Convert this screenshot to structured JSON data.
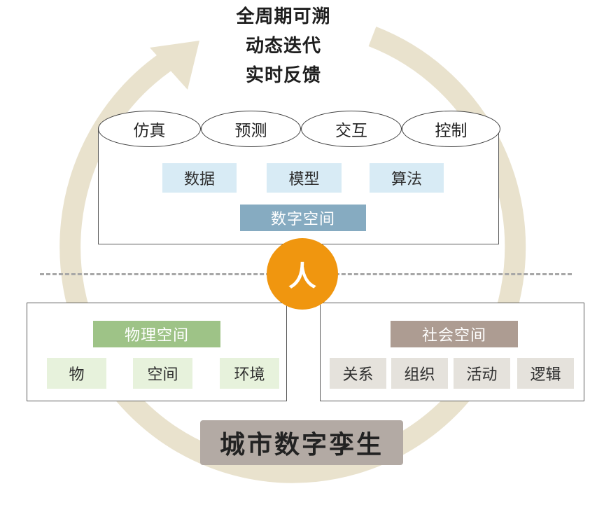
{
  "header": {
    "lines": [
      "全周期可溯",
      "动态迭代",
      "实时反馈"
    ]
  },
  "digital_space": {
    "capabilities": [
      "仿真",
      "预测",
      "交互",
      "控制"
    ],
    "elements": [
      "数据",
      "模型",
      "算法"
    ],
    "label": "数字空间"
  },
  "person": {
    "label": "人"
  },
  "physical_space": {
    "label": "物理空间",
    "elements": [
      "物",
      "空间",
      "环境"
    ]
  },
  "social_space": {
    "label": "社会空间",
    "elements": [
      "关系",
      "组织",
      "活动",
      "逻辑"
    ]
  },
  "title": "城市数字孪生",
  "colors": {
    "cycle_arrow": "#e9e2cd",
    "person_circle": "#f0960f",
    "digital_label_bg": "#86abc1",
    "digital_element_bg": "#d8ebf5",
    "physical_label_bg": "#9ec387",
    "physical_element_bg": "#e7f2dc",
    "social_label_bg": "#ad9c92",
    "social_element_bg": "#e5e2dc",
    "title_bg": "#b3aaa4"
  }
}
